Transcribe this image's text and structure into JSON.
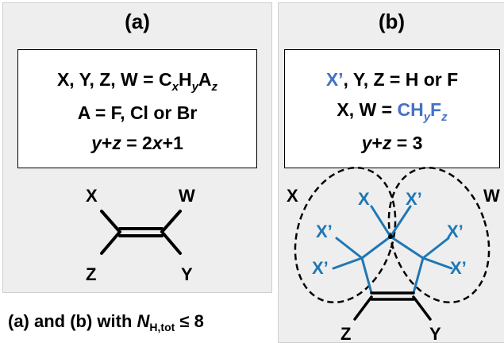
{
  "panel_a": {
    "title": "(a)",
    "box": {
      "line1_prefix": "X, Y, Z, W = C",
      "line1_x": "x",
      "line1_h": "H",
      "line1_y": "y",
      "line1_a": "A",
      "line1_z": "z",
      "line2": "A = F, Cl or Br",
      "line3_y": "y",
      "line3_plus": "+",
      "line3_z": "z",
      "line3_eq": " = 2",
      "line3_x": "x",
      "line3_end": "+1"
    },
    "molecule": {
      "top_left": "X",
      "top_right": "W",
      "bottom_left": "Z",
      "bottom_right": "Y"
    }
  },
  "panel_b": {
    "title": "(b)",
    "box": {
      "line1_blue": "X’",
      "line1_rest": ", Y, Z = H or F",
      "line2_prefix": "X, W = ",
      "line2_ch": "CH",
      "line2_y": "y",
      "line2_f": "F",
      "line2_z": "z",
      "line3_y": "y",
      "line3_plus": "+",
      "line3_z": "z",
      "line3_rest": " = 3"
    },
    "molecule": {
      "outer_x": "X",
      "outer_w": "W",
      "x_inner": "X",
      "xp1": "X’",
      "xp2": "X’",
      "xp3": "X’",
      "xp4": "X’",
      "xp5": "X’",
      "bottom_left": "Z",
      "bottom_right": "Y"
    }
  },
  "footer": {
    "prefix": "(a) and (b) with ",
    "n": "N",
    "n_sub": "H,tot",
    "suffix": " ≤ 8"
  },
  "colors": {
    "blue": "#4472c4",
    "panel_bg": "#eeeeee",
    "black": "#000000"
  }
}
